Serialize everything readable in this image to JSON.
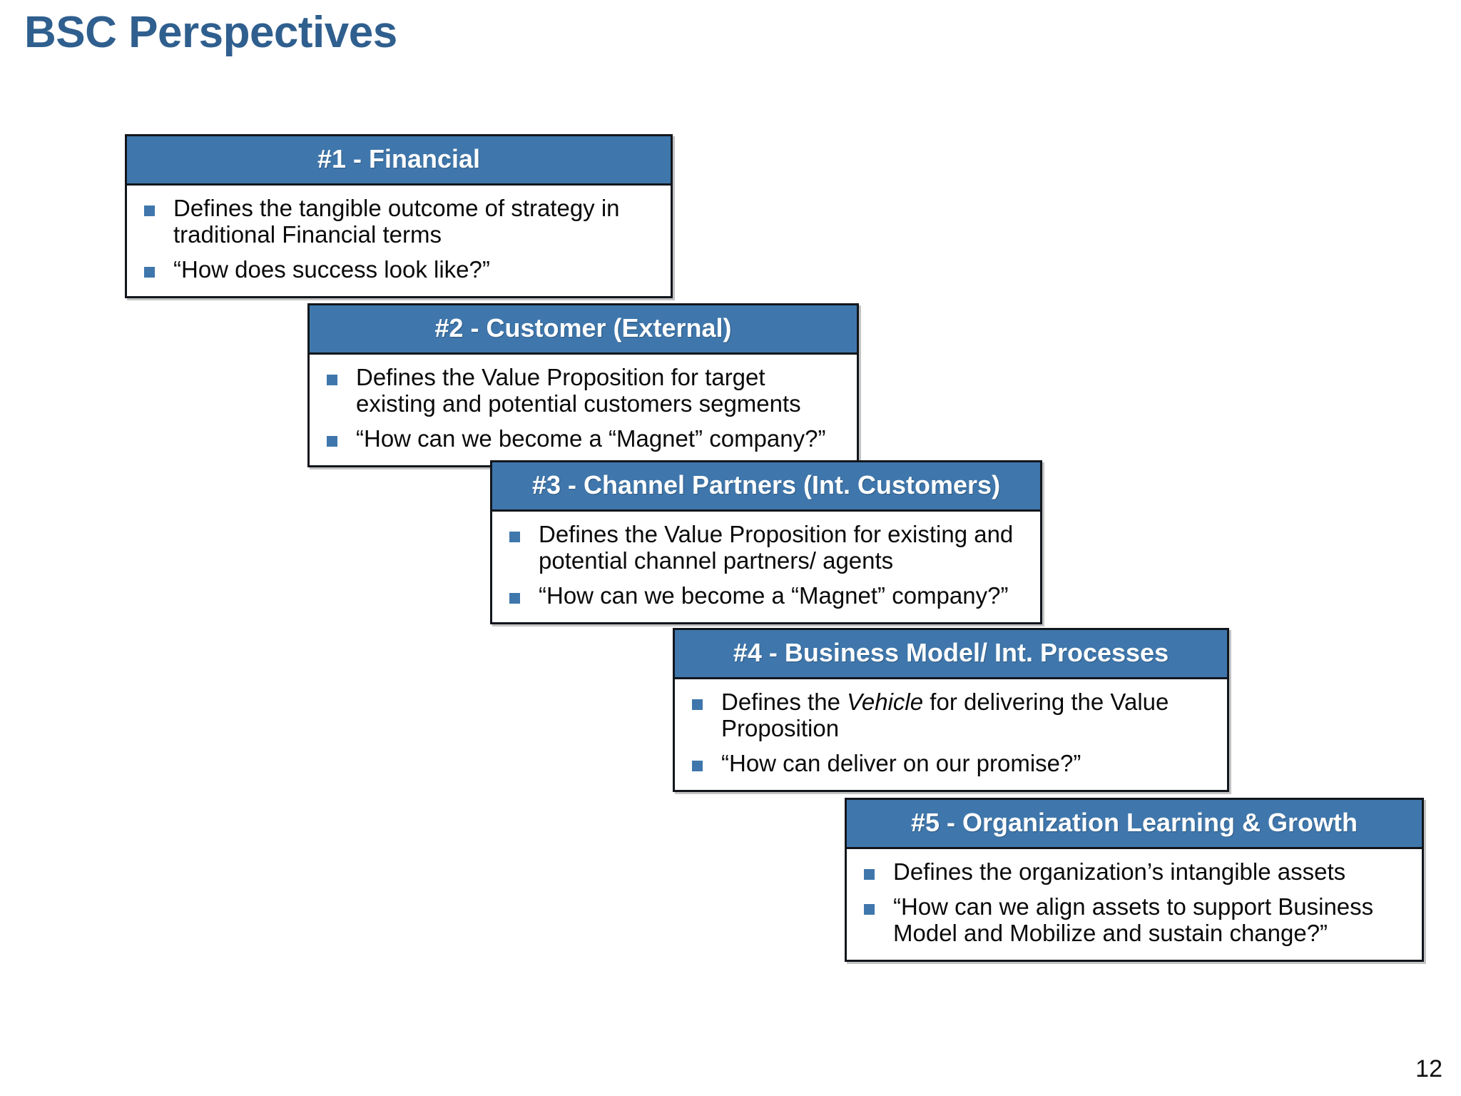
{
  "slide": {
    "title": "BSC Perspectives",
    "page_number": "12",
    "colors": {
      "title_blue": "#2F5F8E",
      "header_bar_blue": "#3F77AC",
      "bullet_blue": "#3F77AC",
      "border_black": "#12161C",
      "background": "#FFFFFF",
      "header_text": "#FFFFFF",
      "body_text": "#0A0A0A"
    }
  },
  "boxes": [
    {
      "id": "1",
      "header": "#1 - Financial",
      "bullets": [
        {
          "pre": "Defines the tangible outcome of strategy in traditional Financial terms",
          "em": "",
          "post": ""
        },
        {
          "pre": "“How does success look like?”",
          "em": "",
          "post": ""
        }
      ]
    },
    {
      "id": "2",
      "header": "#2 - Customer (External)",
      "bullets": [
        {
          "pre": "Defines the Value Proposition for target existing and potential customers segments",
          "em": "",
          "post": ""
        },
        {
          "pre": "“How can we become a “Magnet” company?”",
          "em": "",
          "post": ""
        }
      ]
    },
    {
      "id": "3",
      "header": "#3 - Channel Partners (Int. Customers)",
      "bullets": [
        {
          "pre": "Defines the Value Proposition for existing and potential channel partners/ agents",
          "em": "",
          "post": ""
        },
        {
          "pre": "“How can we become a “Magnet” company?”",
          "em": "",
          "post": ""
        }
      ]
    },
    {
      "id": "4",
      "header": "#4 - Business Model/ Int. Processes",
      "bullets": [
        {
          "pre": "Defines the ",
          "em": "Vehicle",
          "post": " for delivering the Value Proposition"
        },
        {
          "pre": "“How can deliver on our promise?”",
          "em": "",
          "post": ""
        }
      ]
    },
    {
      "id": "5",
      "header": "#5 - Organization Learning & Growth",
      "bullets": [
        {
          "pre": "Defines the organization’s intangible assets",
          "em": "",
          "post": ""
        },
        {
          "pre": "“How can we align assets to support Business Model and Mobilize and sustain change?”",
          "em": "",
          "post": ""
        }
      ]
    }
  ]
}
